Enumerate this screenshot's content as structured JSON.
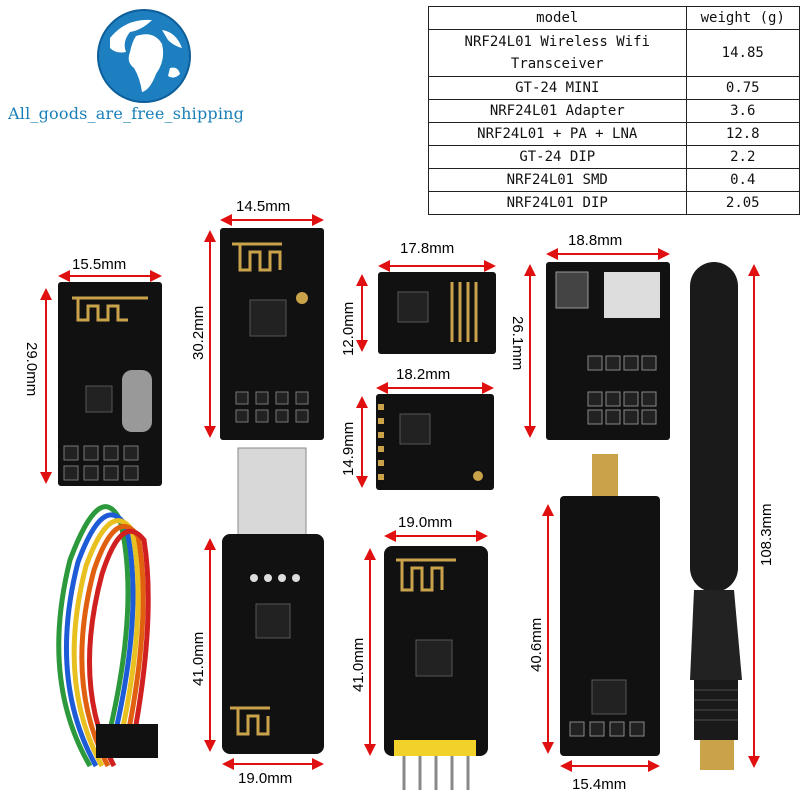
{
  "brand": {
    "text": "All_goods_are_free_shipping"
  },
  "table": {
    "header": {
      "model": "model",
      "weight": "weight (g)"
    },
    "rows": [
      {
        "model": "NRF24L01 Wireless Wifi Transceiver",
        "weight": "14.85"
      },
      {
        "model": "GT-24 MINI",
        "weight": "0.75"
      },
      {
        "model": "NRF24L01 Adapter",
        "weight": "3.6"
      },
      {
        "model": "NRF24L01 + PA + LNA",
        "weight": "12.8"
      },
      {
        "model": "GT-24 DIP",
        "weight": "2.2"
      },
      {
        "model": "NRF24L01 SMD",
        "weight": "0.4"
      },
      {
        "model": "NRF24L01 DIP",
        "weight": "2.05"
      }
    ]
  },
  "dimensions": {
    "d1_w": "15.5mm",
    "d1_h": "29.0mm",
    "d2_w": "14.5mm",
    "d2_h": "30.2mm",
    "d3_w": "17.8mm",
    "d3_h": "12.0mm",
    "d4_w": "18.8mm",
    "d4_h": "26.1mm",
    "d5_w": "18.2mm",
    "d5_h": "14.9mm",
    "d6_h": "108.3mm",
    "d7_w": "19.0mm",
    "d7_h": "41.0mm",
    "d8_w": "19.0mm",
    "d8_h": "41.0mm",
    "d9_w": "15.4mm",
    "d9_h": "40.6mm"
  },
  "colors": {
    "board": "#111111",
    "gold": "#c9a24a",
    "arrow": "#e01010",
    "brand": "#1a7fb8"
  }
}
